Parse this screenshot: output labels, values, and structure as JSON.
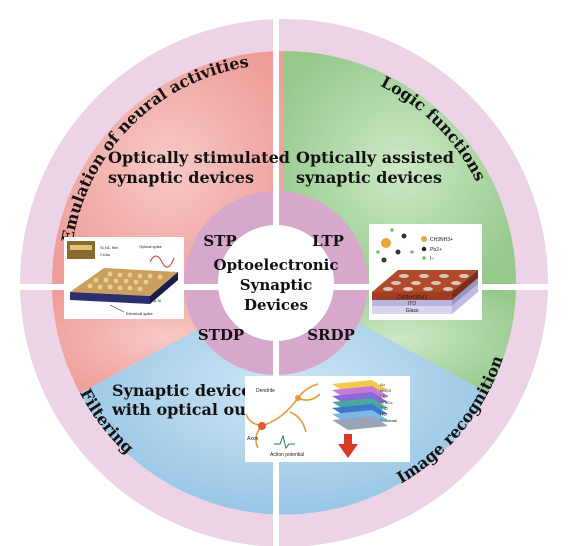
{
  "center": {
    "line1": "Optoelectronic",
    "line2": "Synaptic",
    "line3": "Devices"
  },
  "inner_ring": {
    "top_left": "STP",
    "top_right": "LTP",
    "bottom_left": "STDP",
    "bottom_right": "SRDP"
  },
  "quadrants": {
    "top_left_line1": "Optically stimulated",
    "top_left_line2": "synaptic devices",
    "top_right_line1": "Optically assisted",
    "top_right_line2": "synaptic devices",
    "bottom_line1": "Synaptic devices",
    "bottom_line2": "with optical output"
  },
  "outer_ring": {
    "top_left": "Emulation of neural activities",
    "top_right": "Logic functions",
    "bottom_left": "Filtering",
    "bottom_right": "Image recognition"
  },
  "inset_left": {
    "label_film": "Si-NC film",
    "label_contact": "Cr/Au",
    "label_optical": "Optical spike",
    "label_sio2": "SiO2",
    "label_psi": "p-Si",
    "label_electrical": "Electrical spike"
  },
  "inset_right": {
    "legend_1": "CH3NH3+",
    "legend_2": "Pb2+",
    "legend_3": "I−",
    "layer_top": "CH3NH3PbI3",
    "layer_mid": "ITO",
    "layer_bottom": "Glass"
  },
  "inset_bottom": {
    "label_dendrite": "Dendrite",
    "label_axon": "Axon",
    "label_action": "Action potential",
    "layer_1": "Au",
    "layer_2": "MoO3",
    "layer_3": "CBP",
    "layer_4": "Si NCs",
    "layer_5": "ZnO",
    "layer_6": "ITO",
    "layer_7": "Substrate"
  },
  "colors": {
    "outer_ring": "#ecd3e6",
    "inner_ring": "#d7a8cc",
    "quadrant_top_left": "#f2adaa",
    "quadrant_top_right": "#a9d3a2",
    "quadrant_bottom": "#a8cfe8"
  }
}
